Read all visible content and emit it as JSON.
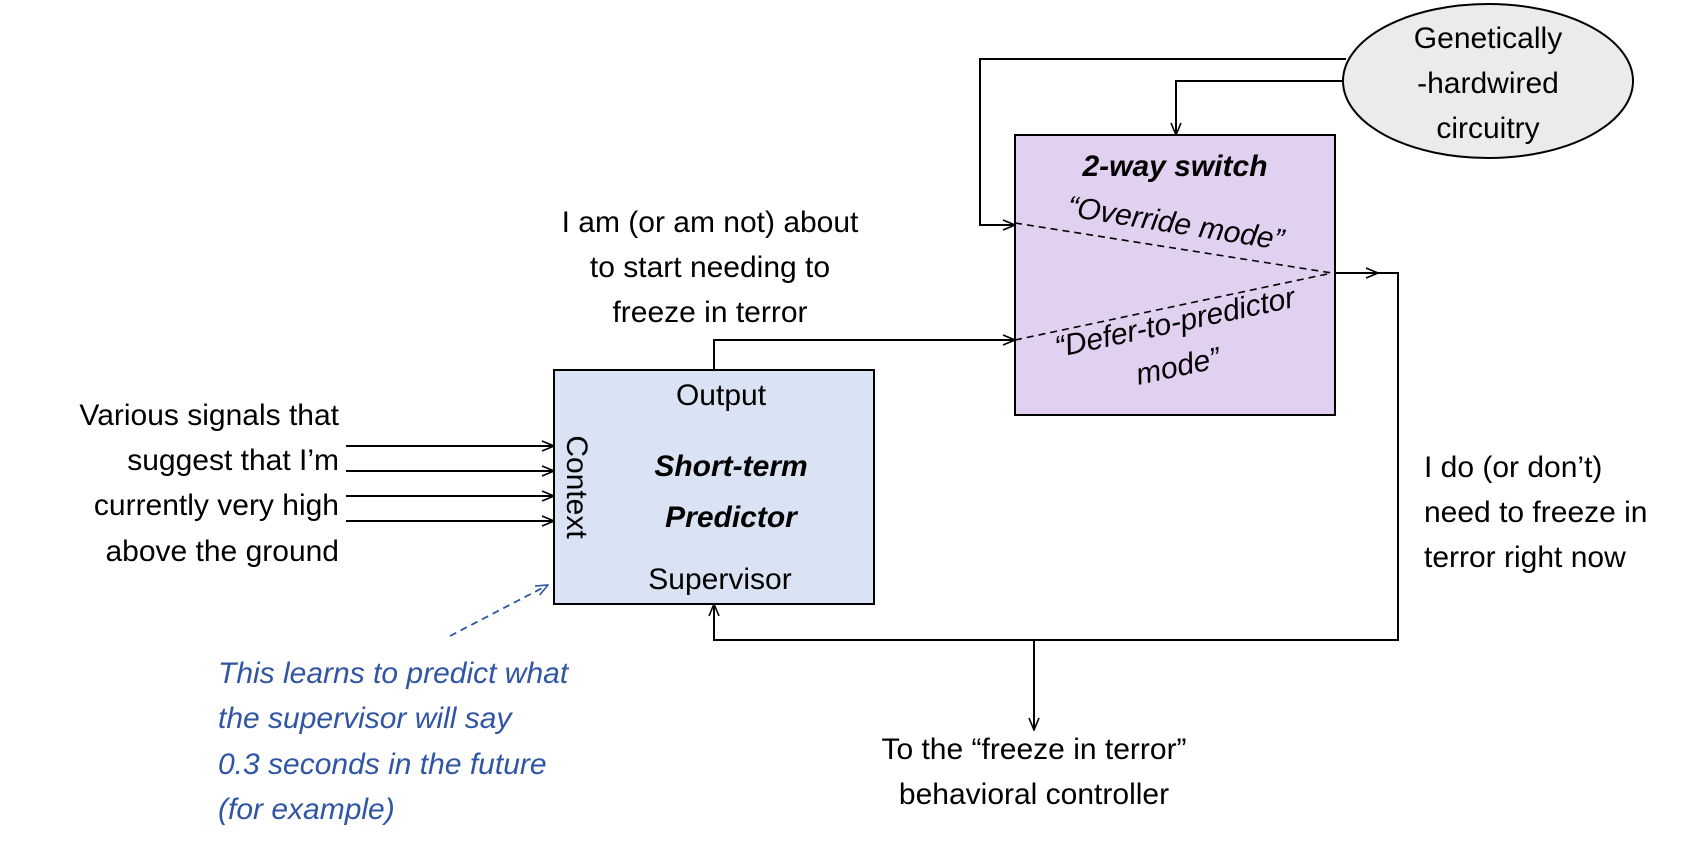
{
  "colors": {
    "predictor_fill": "#DAE3F3",
    "switch_fill": "#E2D0F1",
    "ellipse_fill": "#EBEBEB",
    "note": "#2F55A4",
    "line": "#000000"
  },
  "inputs": {
    "lines": [
      "Various signals that",
      "suggest that I’m",
      "currently very high",
      "above the ground"
    ]
  },
  "predictor": {
    "output_label": "Output",
    "context_label": "Context",
    "title_line1": "Short-term",
    "title_line2": "Predictor",
    "supervisor_label": "Supervisor"
  },
  "predictor_output_text": {
    "lines": [
      "I am (or am not) about",
      "to start needing to",
      "freeze in terror"
    ]
  },
  "switch": {
    "title": "2-way switch",
    "override_label": "“Override mode”",
    "defer_line1": "“Defer-to-predictor",
    "defer_line2": "mode”"
  },
  "hardwired": {
    "lines": [
      "Genetically",
      "-hardwired",
      "circuitry"
    ]
  },
  "switch_output_text": {
    "lines": [
      "I do (or don’t)",
      "need to freeze in",
      "terror right now"
    ]
  },
  "controller": {
    "lines": [
      "To the “freeze in terror”",
      "behavioral controller"
    ]
  },
  "note": {
    "lines": [
      "This learns to predict what",
      "the supervisor will say",
      "0.3 seconds in the future",
      "(for example)"
    ]
  }
}
